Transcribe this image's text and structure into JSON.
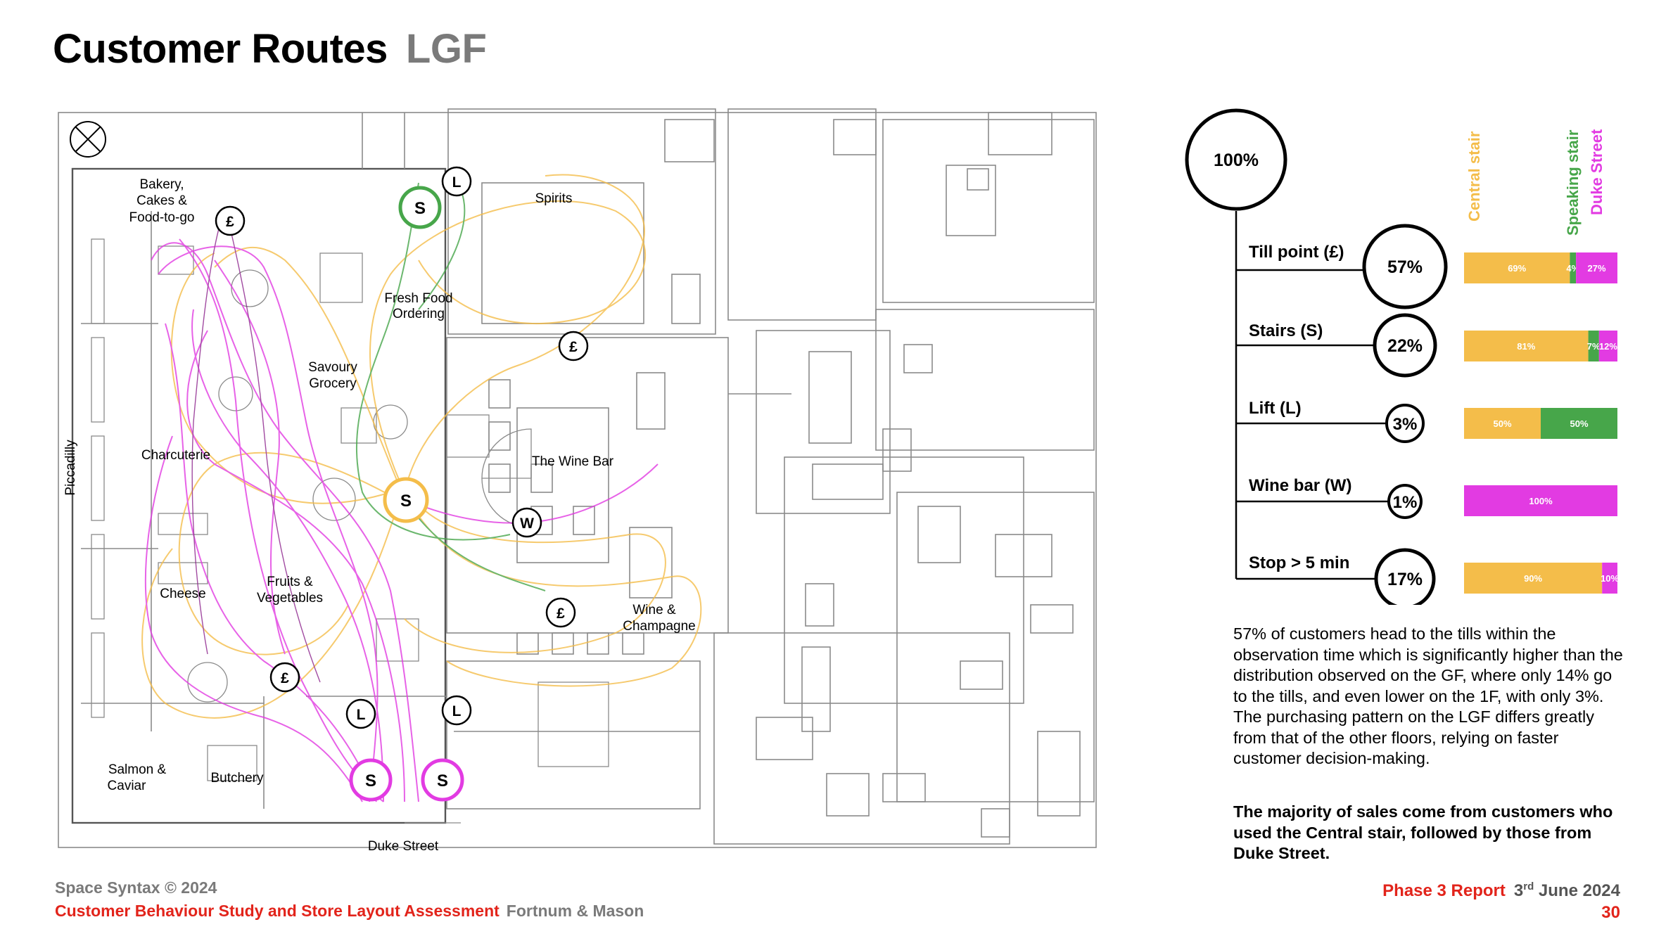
{
  "title": {
    "main": "Customer Routes",
    "sub": "LGF"
  },
  "colors": {
    "central": "#f4bd4a",
    "speaking": "#47a64a",
    "duke": "#e23be2",
    "accent": "#e2241b",
    "grey": "#7a7a7a"
  },
  "plan": {
    "labels": {
      "bakery_1": "Bakery,",
      "bakery_2": "Cakes &",
      "bakery_3": "Food-to-go",
      "spirits": "Spirits",
      "fresh_1": "Fresh Food",
      "fresh_2": "Ordering",
      "savoury_1": "Savoury",
      "savoury_2": "Grocery",
      "charcuterie": "Charcuterie",
      "wine_bar": "The Wine Bar",
      "piccadilly": "Piccadilly",
      "cheese": "Cheese",
      "fruits_1": "Fruits &",
      "fruits_2": "Vegetables",
      "wine_champ_1": "Wine &",
      "wine_champ_2": "Champagne",
      "salmon_1": "Salmon &",
      "salmon_2": "Caviar",
      "butchery": "Butchery",
      "duke_street": "Duke Street"
    },
    "markers": {
      "till": "£",
      "stairs": "S",
      "lift": "L",
      "wine": "W"
    },
    "compass_icon": "compass-icon"
  },
  "tree": {
    "root": "100%",
    "legend": [
      "Central stair",
      "Speaking stair",
      "Duke Street"
    ],
    "rows": [
      {
        "label": "Till point (£)",
        "pct": "57%",
        "segments": [
          {
            "value": 69,
            "text": "69%"
          },
          {
            "value": 4,
            "text": "4%"
          },
          {
            "value": 27,
            "text": "27%"
          }
        ]
      },
      {
        "label": "Stairs (S)",
        "pct": "22%",
        "segments": [
          {
            "value": 81,
            "text": "81%"
          },
          {
            "value": 7,
            "text": "7%"
          },
          {
            "value": 12,
            "text": "12%"
          }
        ]
      },
      {
        "label": "Lift  (L)",
        "pct": "3%",
        "segments": [
          {
            "value": 50,
            "text": "50%"
          },
          {
            "value": 50,
            "text": "50%"
          },
          {
            "value": 0,
            "text": ""
          }
        ]
      },
      {
        "label": "Wine bar (W)",
        "pct": "1%",
        "segments": [
          {
            "value": 0,
            "text": ""
          },
          {
            "value": 0,
            "text": ""
          },
          {
            "value": 100,
            "text": "100%"
          }
        ]
      },
      {
        "label": "Stop > 5 min",
        "pct": "17%",
        "segments": [
          {
            "value": 90,
            "text": "90%"
          },
          {
            "value": 0,
            "text": ""
          },
          {
            "value": 10,
            "text": "10%"
          }
        ]
      }
    ]
  },
  "paragraph": "57% of customers head to the tills within the observation time which is significantly higher than the distribution observed on the GF, where only 14% go to the tills, and even lower on the 1F, with only 3%. The purchasing pattern on the LGF differs greatly from that of the other floors, relying on faster customer decision-making.",
  "conclusion": "The majority of sales come from customers who used the Central stair, followed by those from Duke Street.",
  "footer": {
    "copyright": "Space Syntax © 2024",
    "study": "Customer Behaviour Study and Store Layout Assessment",
    "client": "Fortnum & Mason",
    "report": "Phase 3 Report",
    "date_day": "3",
    "date_suffix": "rd",
    "date_rest": "June 2024",
    "page": "30"
  }
}
